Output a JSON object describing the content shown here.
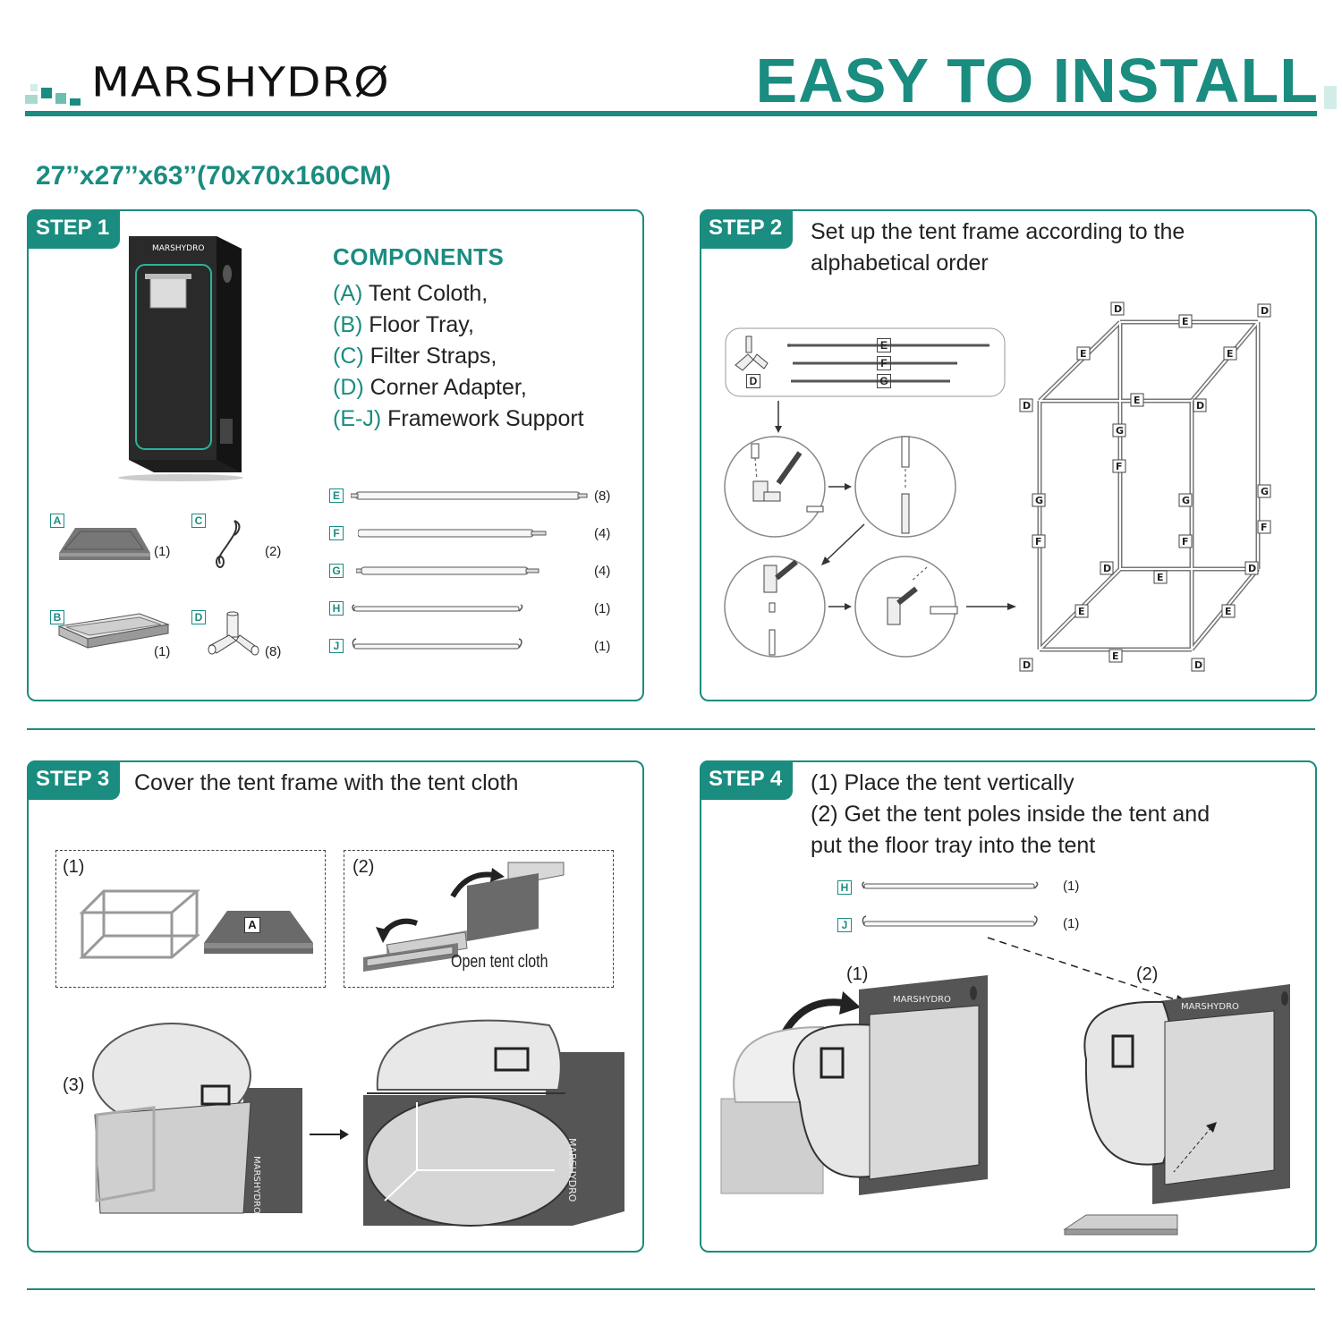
{
  "header": {
    "brand": "MARSHYDRØ",
    "title": "EASY TO INSTALL",
    "size": "27’’x27’’x63’’(70x70x160CM)"
  },
  "colors": {
    "accent": "#1a8c80",
    "tent_dark": "#3c3c3c"
  },
  "step1": {
    "tab": "STEP 1",
    "components_title": "COMPONENTS",
    "components": [
      {
        "key": "(A)",
        "text": " Tent Coloth,"
      },
      {
        "key": "(B)",
        "text": " Floor Tray,"
      },
      {
        "key": "(C)",
        "text": " Filter Straps,"
      },
      {
        "key": "(D)",
        "text": " Corner Adapter,"
      },
      {
        "key": "(E-J)",
        "text": " Framework Support"
      }
    ],
    "parts": [
      {
        "label": "A",
        "qty": "(1)"
      },
      {
        "label": "C",
        "qty": "(2)"
      },
      {
        "label": "B",
        "qty": "(1)"
      },
      {
        "label": "D",
        "qty": "(8)"
      }
    ],
    "poles": [
      {
        "label": "E",
        "qty": "(8)"
      },
      {
        "label": "F",
        "qty": "(4)"
      },
      {
        "label": "G",
        "qty": "(4)"
      },
      {
        "label": "H",
        "qty": "(1)"
      },
      {
        "label": "J",
        "qty": "(1)"
      }
    ]
  },
  "step2": {
    "tab": "STEP 2",
    "text_line1": "Set up the tent frame according to the",
    "text_line2": "alphabetical order",
    "legend": [
      "D",
      "E",
      "F",
      "G"
    ]
  },
  "step3": {
    "tab": "STEP 3",
    "text": "Cover the tent frame with the tent cloth",
    "label1": "(1)",
    "label2": "(2)",
    "label3": "(3)",
    "label_a": "A",
    "open_caption": "Open tent cloth"
  },
  "step4": {
    "tab": "STEP 4",
    "line1": "(1) Place the tent vertically",
    "line2": "(2) Get the tent poles inside the tent and",
    "line3": "put the floor tray into the tent",
    "poles": [
      {
        "label": "H",
        "qty": "(1)"
      },
      {
        "label": "J",
        "qty": "(1)"
      }
    ],
    "label1": "(1)",
    "label2": "(2)",
    "brand_small": "MARSHYDRØ"
  }
}
